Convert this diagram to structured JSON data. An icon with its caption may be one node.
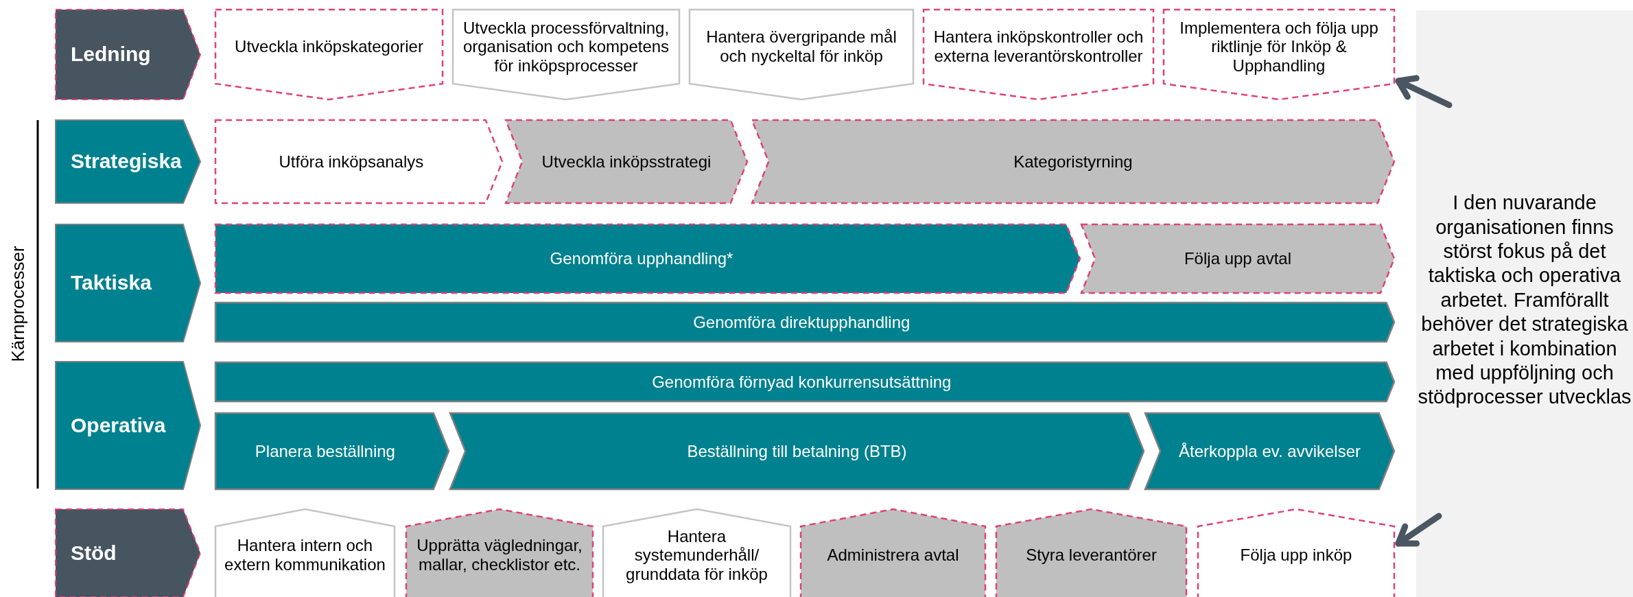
{
  "diagram": {
    "nodes": [
      {
        "text": [
          "Ledning"
        ]
      },
      {
        "text": [
          "Utveckla inköpskategorier"
        ]
      },
      {
        "text": [
          "Utveckla processförvaltning, organisation och kompetens för inköpsprocesser"
        ]
      },
      {
        "text": [
          "Hantera övergripande mål och nyckeltal för inköp"
        ]
      },
      {
        "text": [
          "Hantera inköpskontroller och externa leverantörskontroller"
        ]
      },
      {
        "text": [
          "Implementera och följa upp riktlinje för Inköp & Upphandling"
        ]
      },
      {
        "text": [
          "Strategiska"
        ]
      },
      {
        "text": [
          "Utföra inköpsanalys"
        ]
      },
      {
        "text": [
          "Utveckla inköpsstrategi"
        ]
      },
      {
        "text": [
          "Kategoristyrning"
        ]
      },
      {
        "text": [
          "Taktiska"
        ]
      },
      {
        "text": [
          "Genomföra upphandling*"
        ]
      },
      {
        "text": [
          "Följa upp avtal"
        ]
      },
      {
        "text": [
          "Genomföra direktupphandling"
        ]
      },
      {
        "text": [
          "Operativa"
        ]
      },
      {
        "text": [
          "Genomföra förnyad konkurrensutsättning"
        ]
      },
      {
        "text": [
          "Planera beställning"
        ]
      },
      {
        "text": [
          "Beställning till betalning (BTB)"
        ]
      },
      {
        "text": [
          "Återkoppla ev. avvikelser"
        ]
      },
      {
        "text": [
          "Stöd"
        ]
      },
      {
        "text": [
          "Hantera intern och extern kommunikation"
        ]
      },
      {
        "text": [
          "Upprätta vägledningar, mallar, checklistor etc."
        ]
      },
      {
        "text": [
          "Hantera systemunderhåll/ grunddata för inköp"
        ]
      },
      {
        "text": [
          "Administrera avtal"
        ]
      },
      {
        "text": [
          "Styra leverantörer"
        ]
      },
      {
        "text": [
          "Följa upp inköp"
        ]
      },
      {
        "text": [
          "I den nuvarande organisationen finns störst fokus på det taktiska och operativa arbetet. Framförallt behöver det strategiska arbetet i kombination med uppföljning och stödprocesser utvecklas"
        ]
      }
    ],
    "edges": [
      {
        "from": 26,
        "to": 5,
        "arrow": "to"
      },
      {
        "from": 26,
        "to": 25,
        "arrow": "to"
      }
    ],
    "labels": [
      "Kärnprocesser"
    ]
  }
}
